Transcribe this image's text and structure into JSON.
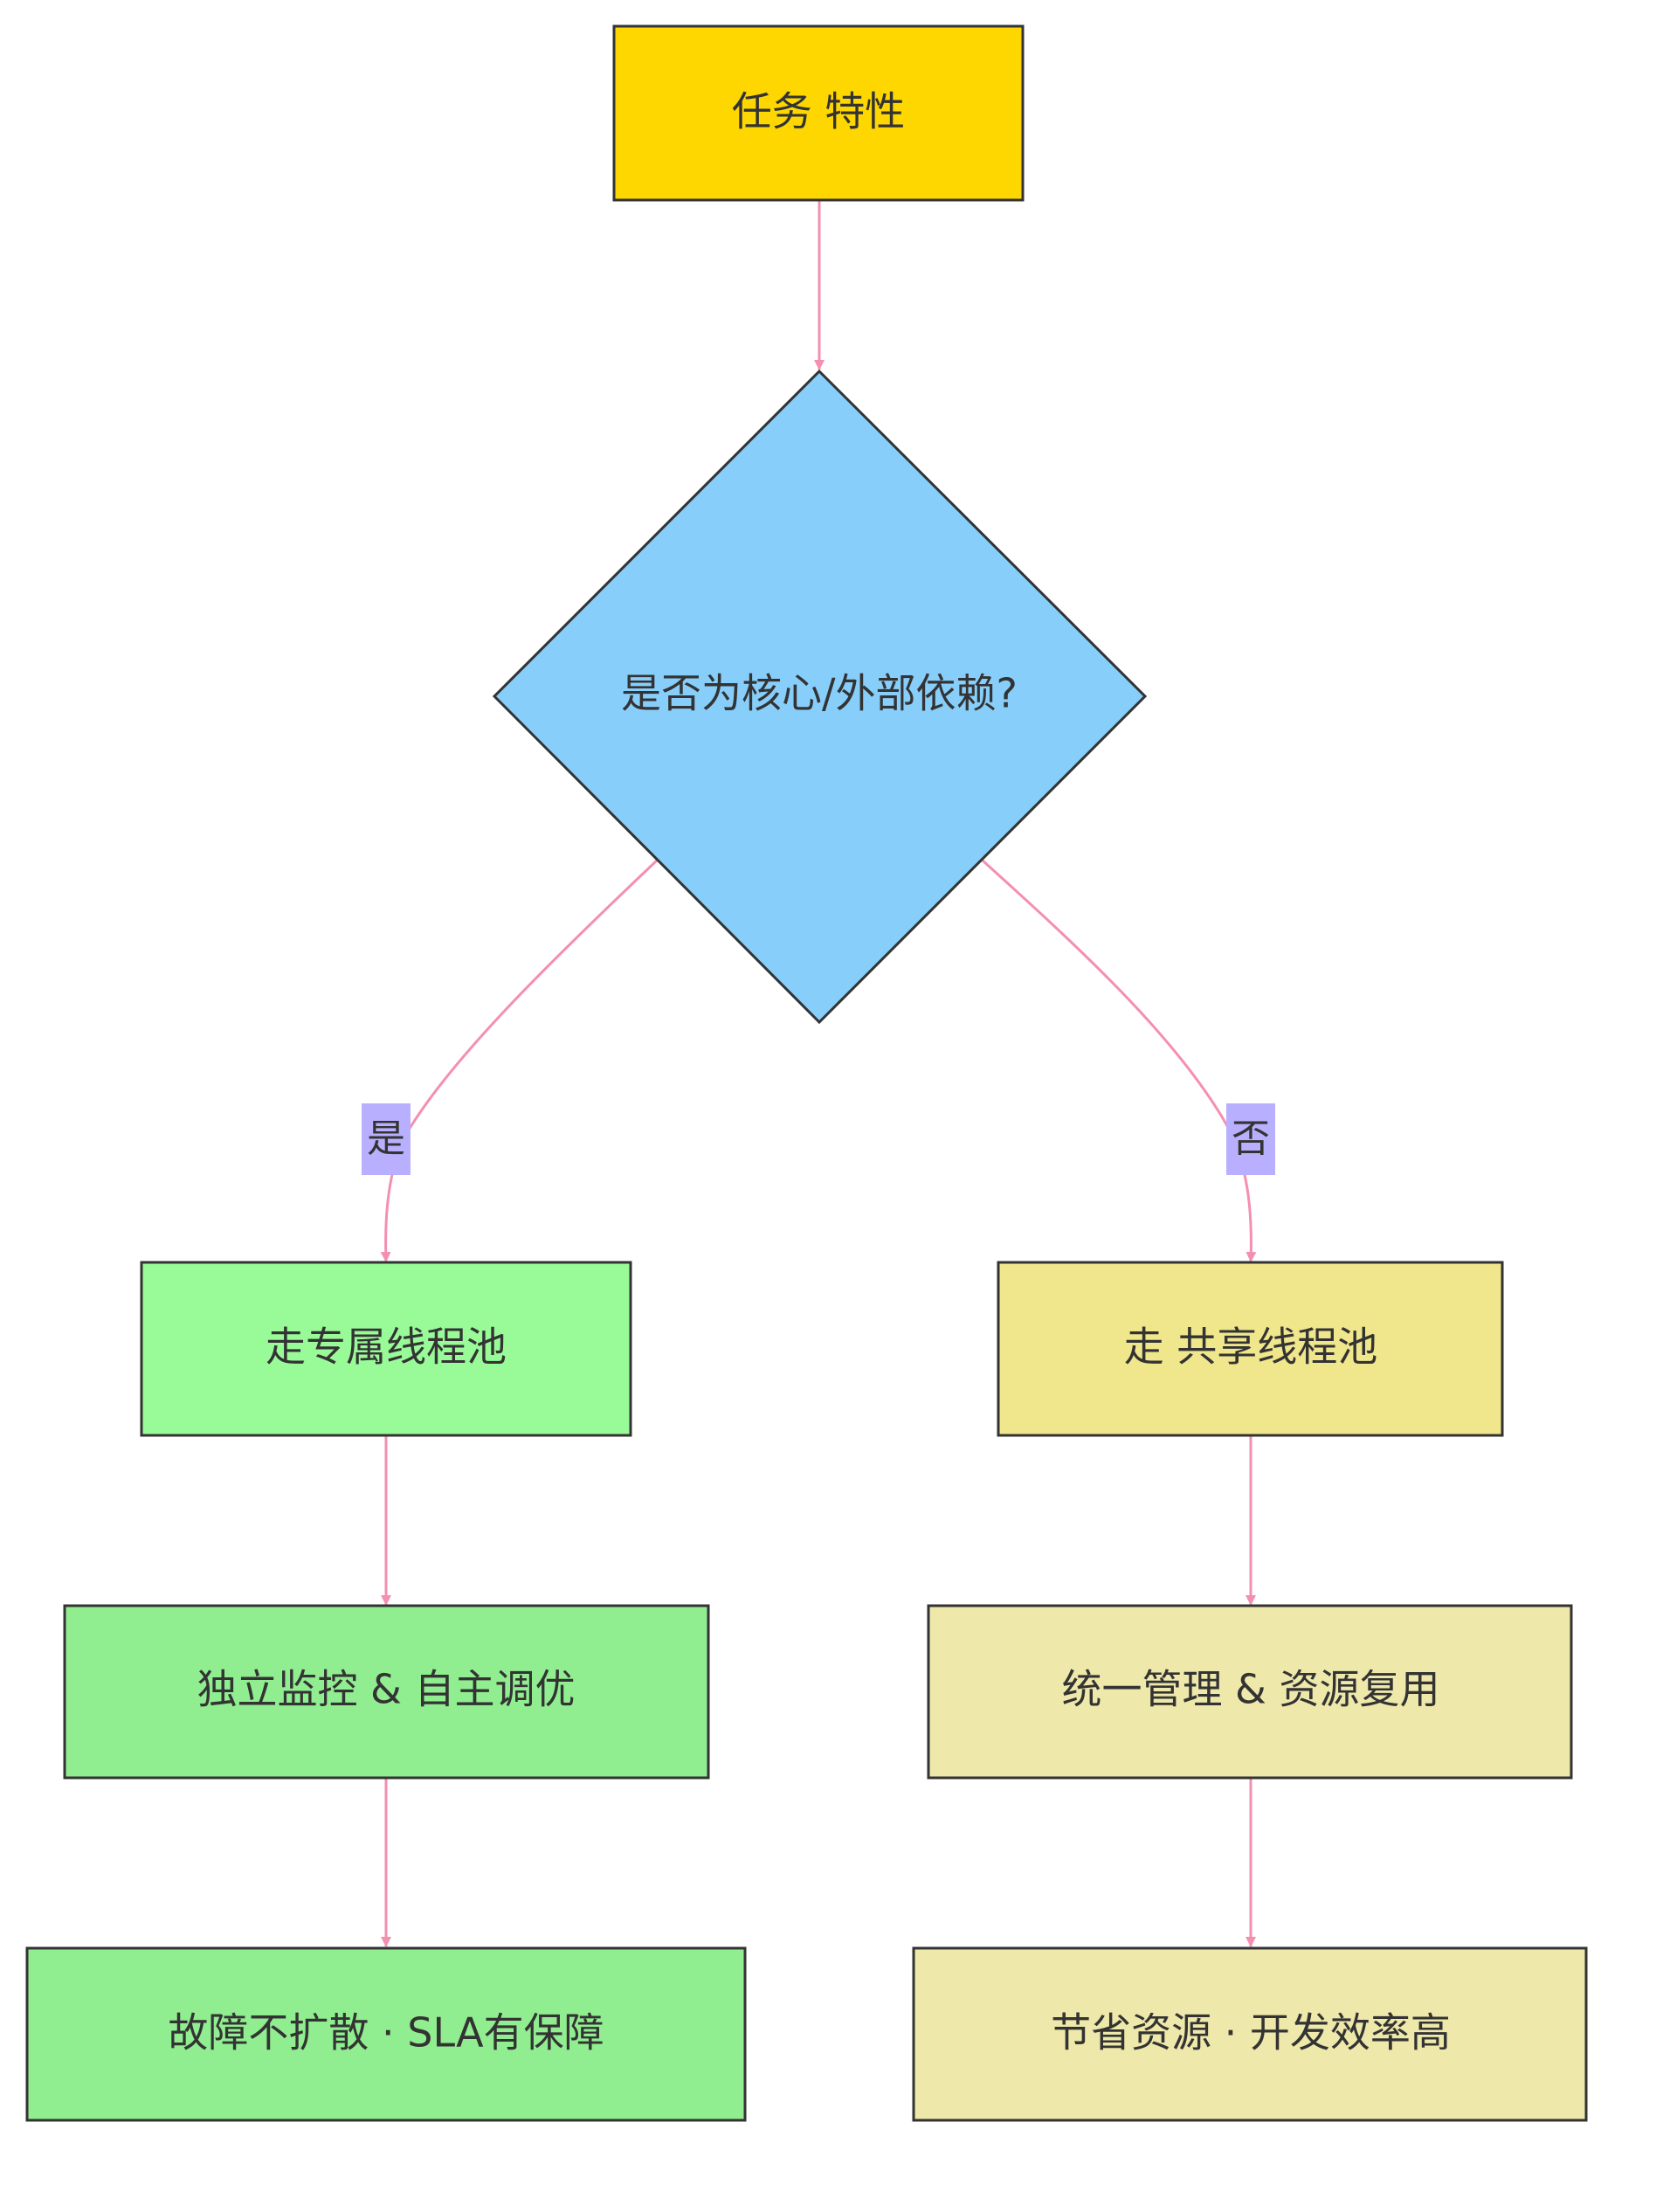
{
  "diagram": {
    "type": "flowchart",
    "nodes": {
      "start": {
        "label": "任务 特性",
        "fill": "#FFD700"
      },
      "decision": {
        "label": "是否为核心/外部依赖?",
        "fill": "#87CEFA"
      },
      "yes_1": {
        "label": "走专属线程池",
        "fill": "#98FB98"
      },
      "yes_2": {
        "label": "独立监控 & 自主调优",
        "fill": "#90EE90"
      },
      "yes_3": {
        "label": "故障不扩散 · SLA有保障",
        "fill": "#90EE90"
      },
      "no_1": {
        "label": "走 共享线程池",
        "fill": "#F0E68C"
      },
      "no_2": {
        "label": "统一管理 & 资源复用",
        "fill": "#EEE8AA"
      },
      "no_3": {
        "label": "节省资源 · 开发效率高",
        "fill": "#EEE8AA"
      }
    },
    "edges": [
      {
        "from": "start",
        "to": "decision",
        "label": ""
      },
      {
        "from": "decision",
        "to": "yes_1",
        "label": "是"
      },
      {
        "from": "decision",
        "to": "no_1",
        "label": "否"
      },
      {
        "from": "yes_1",
        "to": "yes_2",
        "label": ""
      },
      {
        "from": "yes_2",
        "to": "yes_3",
        "label": ""
      },
      {
        "from": "no_1",
        "to": "no_2",
        "label": ""
      },
      {
        "from": "no_2",
        "to": "no_3",
        "label": ""
      }
    ],
    "colors": {
      "edge": "#F48FB1",
      "edge_label_bg": "#B8B0FF",
      "node_stroke": "#333333"
    }
  }
}
